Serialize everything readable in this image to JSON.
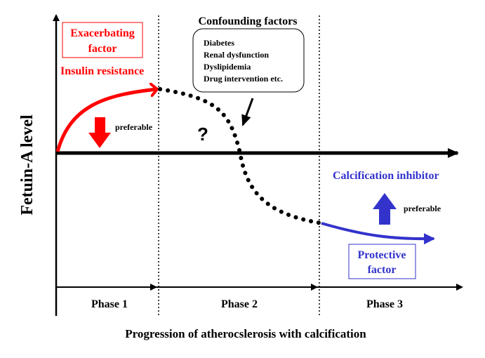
{
  "y_axis_label": "Fetuin-A level",
  "x_axis_label": "Progression of atherocslerosis with calcification",
  "phases": [
    "Phase 1",
    "Phase 2",
    "Phase 3"
  ],
  "exacerbating_box": {
    "line1": "Exacerbating",
    "line2": "factor"
  },
  "insulin_resistance": "Insulin resistance",
  "preferable_left": "preferable",
  "question_mark": "?",
  "confounding": {
    "title": "Confounding factors",
    "items": [
      "Diabetes",
      "Renal dysfunction",
      "Dyslipidemia",
      "Drug intervention etc."
    ]
  },
  "calcification_inhibitor": "Calcification inhibitor",
  "preferable_right": "preferable",
  "protective_box": {
    "line1": "Protective",
    "line2": "factor"
  },
  "colors": {
    "red": "#ff0000",
    "blue": "#3333cc",
    "black": "#000000"
  }
}
